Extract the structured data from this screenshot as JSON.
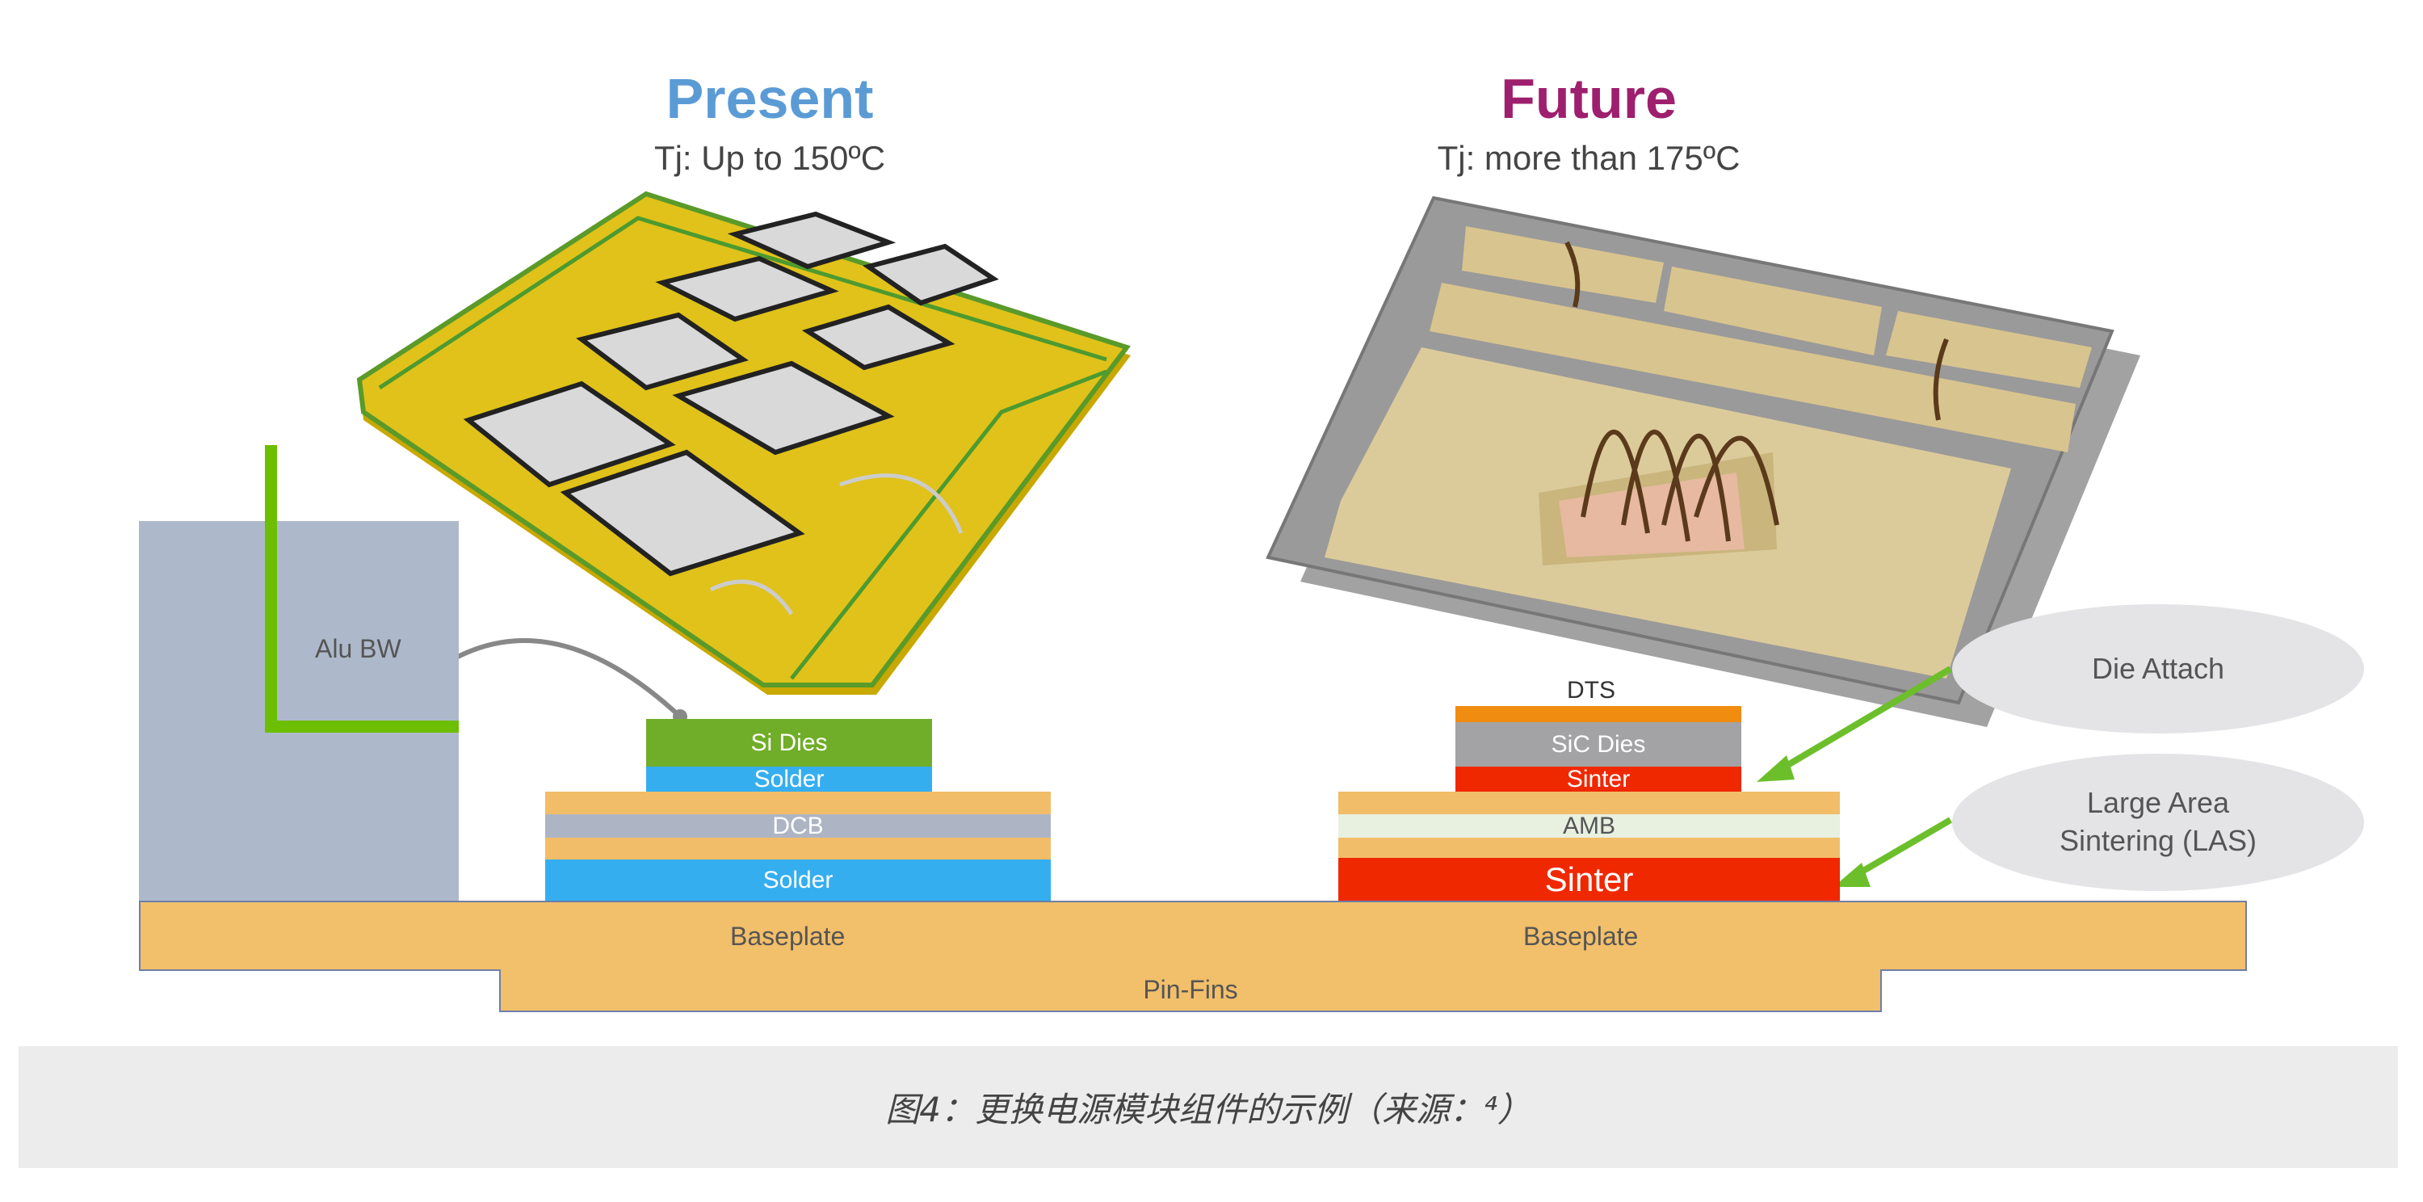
{
  "present": {
    "title": "Present",
    "subtitle": "Tj: Up to 150ºC",
    "color": "#5b9bd5"
  },
  "future": {
    "title": "Future",
    "subtitle": "Tj: more than 175ºC",
    "color": "#9e1f6e"
  },
  "left_stack": {
    "wire_label": "Alu BW",
    "si_dies": "Si Dies",
    "solder_top": "Solder",
    "dcb": "DCB",
    "solder_bottom": "Solder"
  },
  "right_stack": {
    "dts": "DTS",
    "sic_dies": "SiC Dies",
    "sinter_top": "Sinter",
    "amb": "AMB",
    "sinter_bottom": "Sinter"
  },
  "shared": {
    "baseplate_left": "Baseplate",
    "baseplate_right": "Baseplate",
    "pin_fins": "Pin-Fins"
  },
  "callouts": {
    "die_attach": "Die Attach",
    "las": "Large Area Sintering (LAS)"
  },
  "caption": "图4：更换电源模块组件的示例（来源：⁴）"
}
